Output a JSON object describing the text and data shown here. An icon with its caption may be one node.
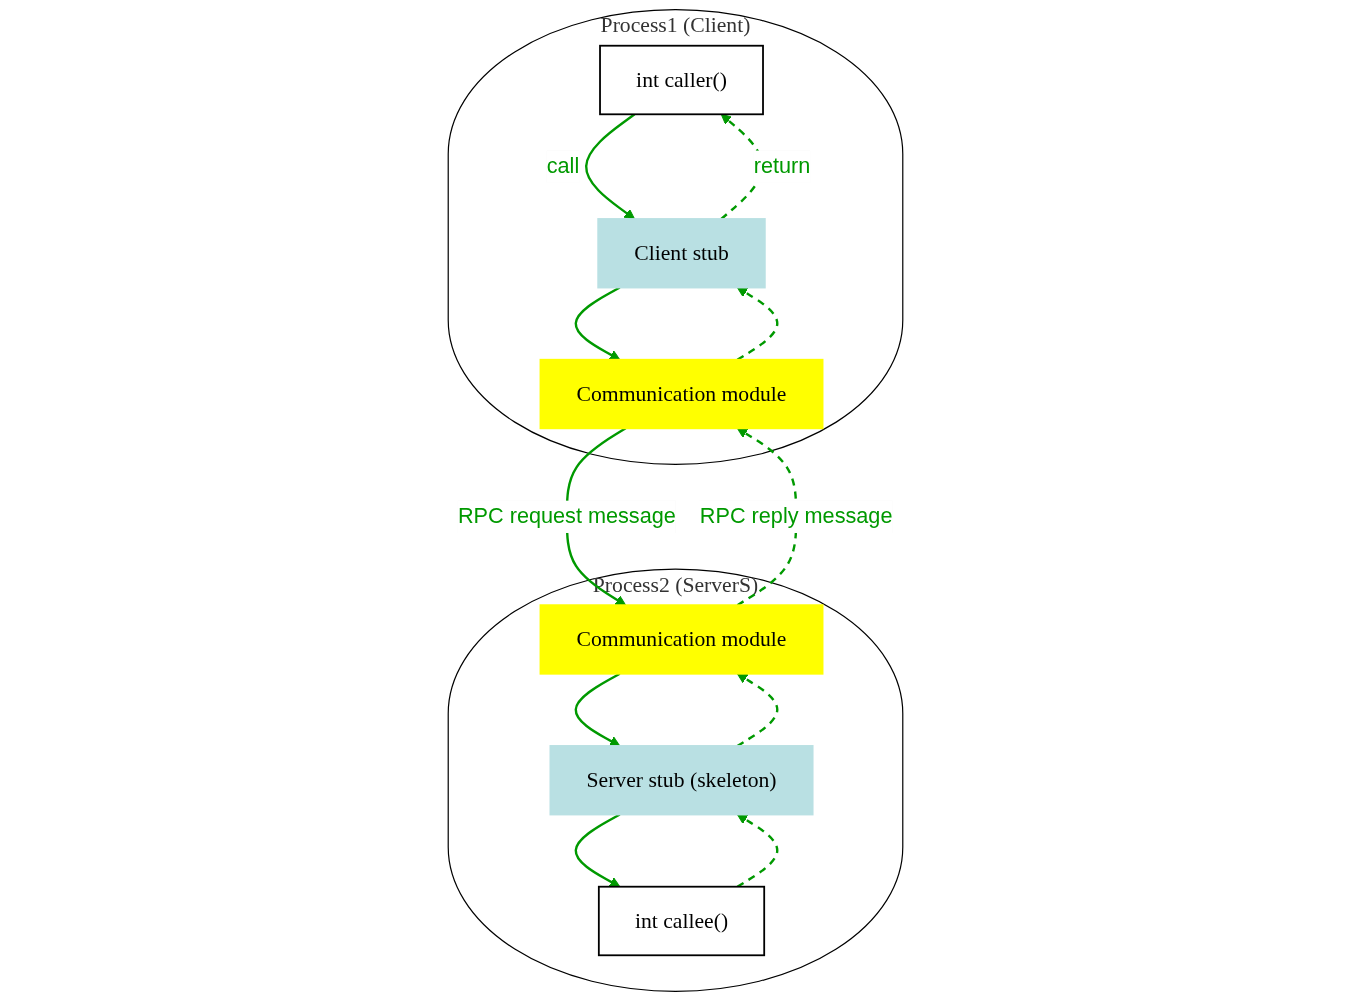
{
  "diagram": {
    "nodes": [
      {
        "text": [
          "Process1 (Client)"
        ]
      },
      {
        "text": [
          "int caller()"
        ],
        "in": 0
      },
      {
        "text": [
          "Client stub"
        ],
        "in": 0
      },
      {
        "text": [
          "Communication module"
        ],
        "in": 0
      },
      {
        "text": [
          "Process2 (ServerS)"
        ]
      },
      {
        "text": [
          "Communication module"
        ],
        "in": 4
      },
      {
        "text": [
          "Server stub (skeleton)"
        ],
        "in": 4
      },
      {
        "text": [
          "int callee()"
        ],
        "in": 4
      }
    ],
    "edges": [
      {
        "from": 1,
        "to": 2,
        "arrow": "to",
        "label": "call"
      },
      {
        "from": 2,
        "to": 1,
        "arrow": "to",
        "label": "return",
        "style": "dashed"
      },
      {
        "from": 2,
        "to": 3,
        "arrow": "to"
      },
      {
        "from": 3,
        "to": 2,
        "arrow": "to",
        "style": "dashed"
      },
      {
        "from": 3,
        "to": 5,
        "arrow": "to",
        "label": "RPC request message"
      },
      {
        "from": 5,
        "to": 3,
        "arrow": "to",
        "label": "RPC reply message",
        "style": "dashed"
      },
      {
        "from": 5,
        "to": 6,
        "arrow": "to"
      },
      {
        "from": 6,
        "to": 5,
        "arrow": "to",
        "style": "dashed"
      },
      {
        "from": 6,
        "to": 7,
        "arrow": "to"
      },
      {
        "from": 7,
        "to": 6,
        "arrow": "to",
        "style": "dashed"
      }
    ]
  }
}
